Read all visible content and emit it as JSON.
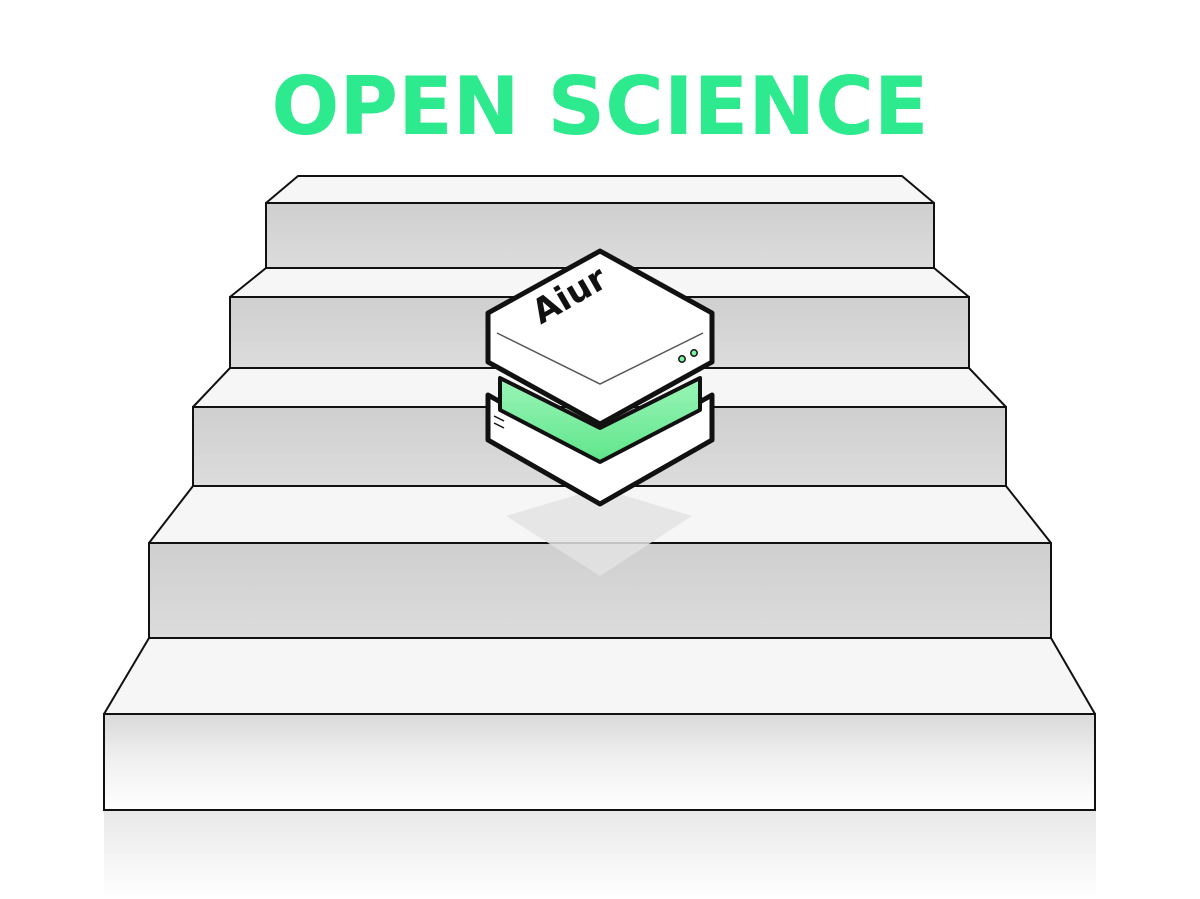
{
  "headline": {
    "text": "OPEN SCIENCE",
    "color": "#2EEA8E"
  },
  "device": {
    "label": "Aiur",
    "accent_color": "#7DF0A2",
    "icon": "server-box-icon"
  },
  "stairs": {
    "step_count": 5,
    "tread_color": "#f5f5f5",
    "riser_color": "#d4d4d4",
    "outline_color": "#111111"
  }
}
